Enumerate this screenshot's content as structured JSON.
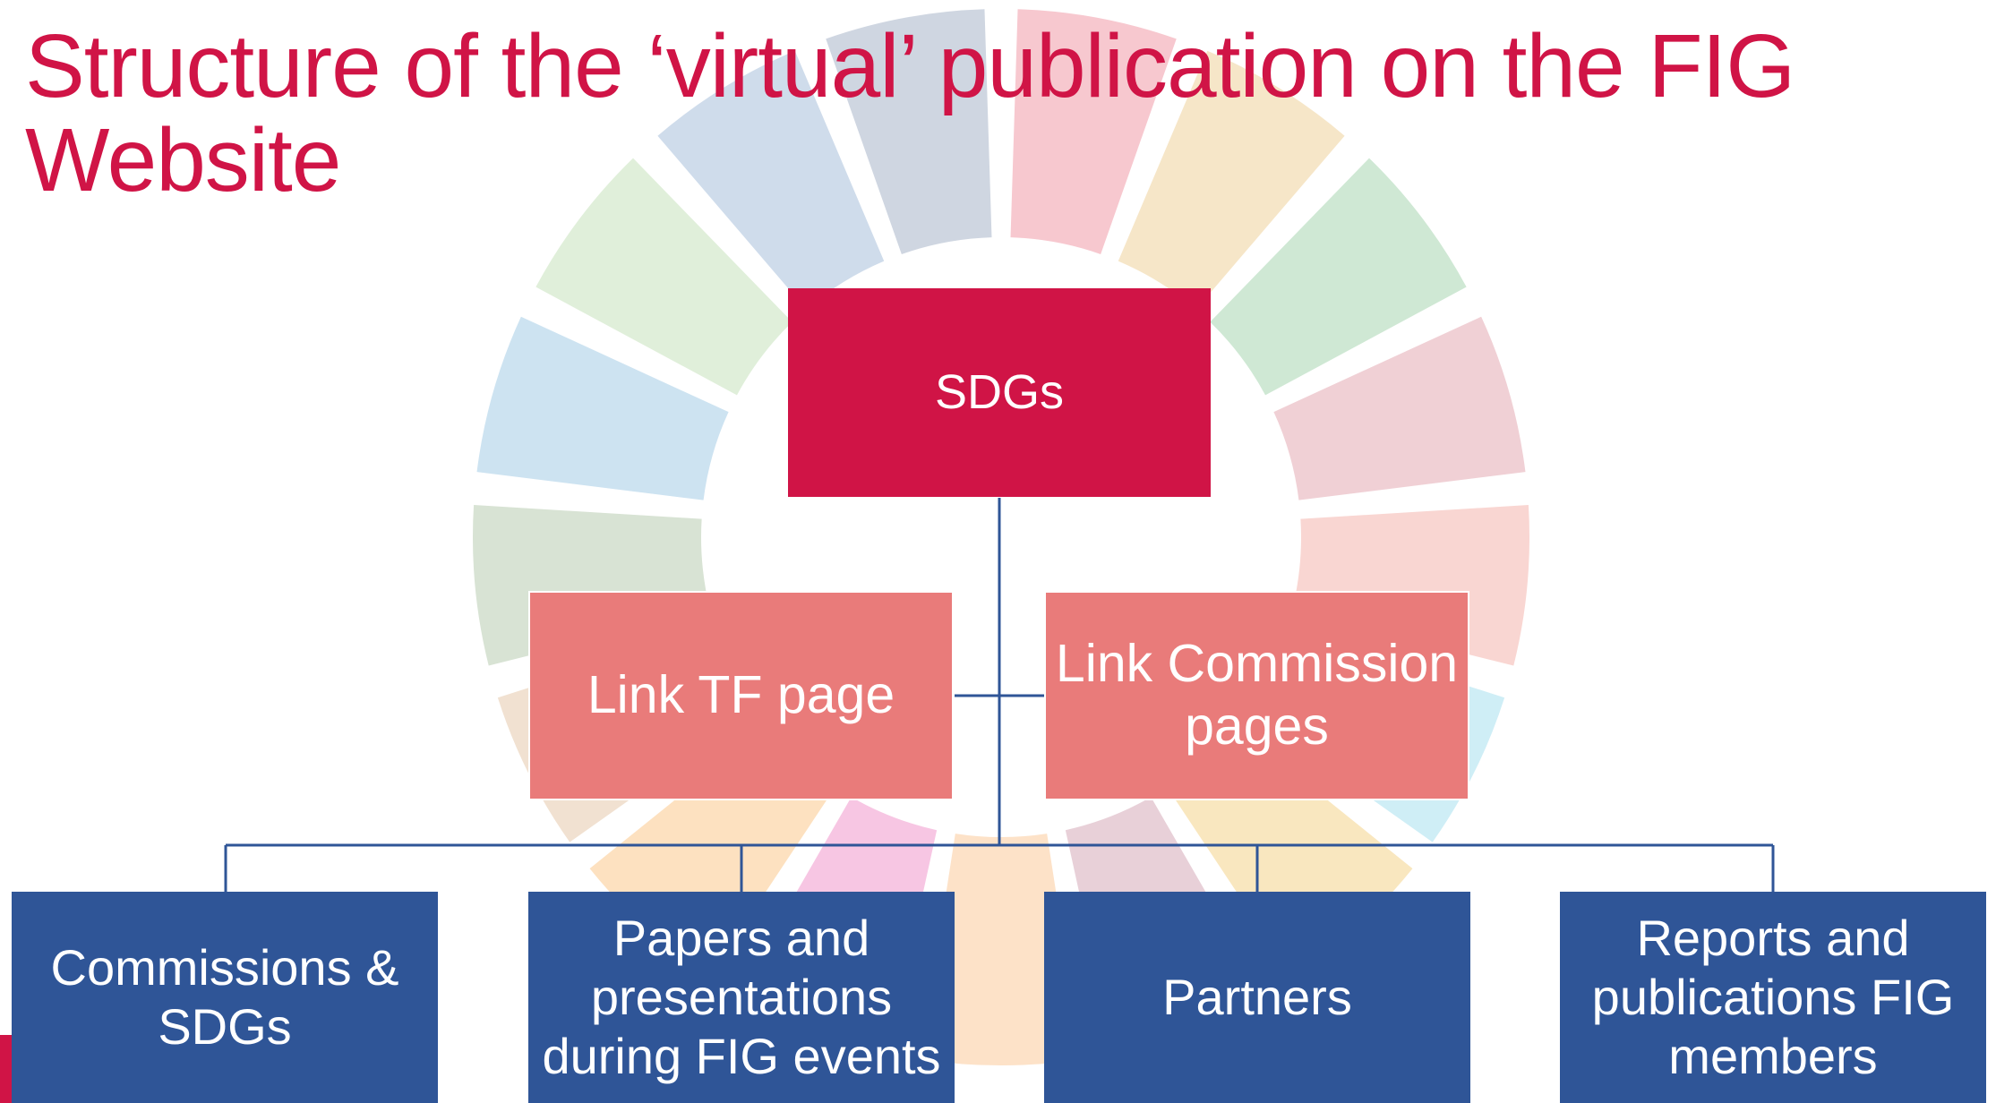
{
  "title": "Structure of the ‘virtual’ publication on the FIG Website",
  "nodes": {
    "root": "SDGs",
    "link_tf": "Link TF page",
    "link_commission": "Link Commission pages",
    "leaf_1": "Commissions & SDGs",
    "leaf_2": "Papers and presentations during FIG events",
    "leaf_3": "Partners",
    "leaf_4": "Reports and publications FIG members"
  },
  "colors": {
    "title": "#d01446",
    "root_fill": "#d01446",
    "link_fill": "#e97b7a",
    "leaf_fill": "#2f5597",
    "connector": "#2f5597",
    "wheel": [
      "#f7c8cf",
      "#f6e6c8",
      "#cfe8d4",
      "#f0d0d5",
      "#f9d6d2",
      "#cfeef6",
      "#f9e7bf",
      "#e8d0d8",
      "#fde2c8",
      "#f7c6e3",
      "#fde1c0",
      "#f1e1d1",
      "#d8e3d4",
      "#cde3f1",
      "#e0efda",
      "#cfdceb",
      "#cfd6e1"
    ]
  }
}
